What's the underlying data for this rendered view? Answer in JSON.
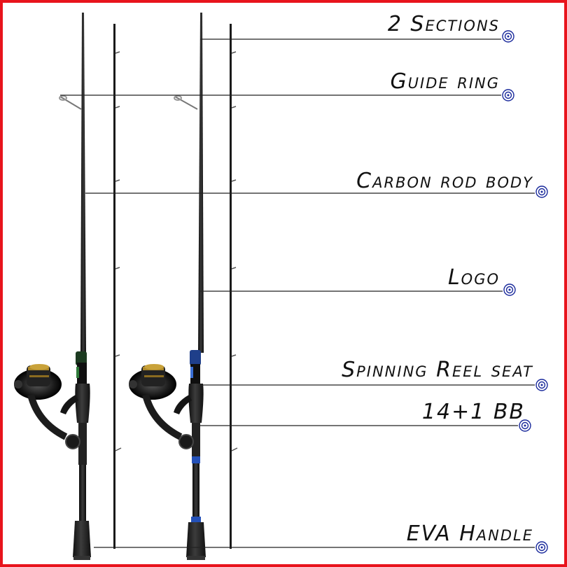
{
  "border_color": "#e8141c",
  "leader_color": "#222222",
  "marker_color": "#1a2a9c",
  "callouts": [
    {
      "label": "2 Sections"
    },
    {
      "label": "Guide ring"
    },
    {
      "label": "Carbon rod body"
    },
    {
      "label": "Logo"
    },
    {
      "label": "Spinning Reel seat"
    },
    {
      "label": "14+1 BB"
    },
    {
      "label": "EVA Handle"
    }
  ]
}
